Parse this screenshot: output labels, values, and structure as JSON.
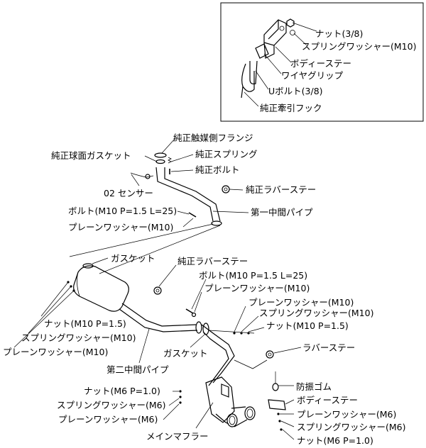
{
  "inset": {
    "labels": {
      "nut": "ナット(3/8)",
      "spring_washer": "スプリングワッシャー(M10)",
      "body_stay": "ボディーステー",
      "wire_grip": "ワイヤグリップ",
      "u_bolt": "Uボルト(3/8)",
      "tow_hook": "純正牽引フック"
    }
  },
  "front": {
    "labels": {
      "cat_flange": "純正触媒側フランジ",
      "ball_gasket": "純正球面ガスケット",
      "oe_spring": "純正スプリング",
      "oe_bolt": "純正ボルト",
      "o2_sensor": "02 センサー",
      "oe_rubber_stay": "純正ラバーステー",
      "bolt_m10": "ボルト(M10 P=1.5 L=25)",
      "first_pipe": "第一中間パイプ",
      "plain_washer_m10": "プレーンワッシャー(M10)"
    }
  },
  "middle": {
    "labels": {
      "gasket_top": "ガスケット",
      "oe_rubber_stay": "純正ラバーステー",
      "bolt_m10": "ボルト(M10 P=1.5 L=25)",
      "plain_washer_m10_a": "プレーンワッシャー(M10)",
      "plain_washer_m10_b": "プレーンワッシャー(M10)",
      "spring_washer_m10_right": "スプリングワッシャー(M10)",
      "nut_m10_right": "ナット(M10 P=1.5)",
      "nut_m10_left": "ナット(M10 P=1.5)",
      "spring_washer_m10_left": "スプリングワッシャー(M10)",
      "plain_washer_m10_left": "プレーンワッシャー(M10)",
      "rubber_stay": "ラバーステー",
      "gasket_bottom": "ガスケット",
      "second_pipe": "第二中間パイプ"
    }
  },
  "rear": {
    "labels": {
      "nut_m6_left": "ナット(M6 P=1.0)",
      "spring_washer_m6_left": "スプリングワッシャー(M6)",
      "plain_washer_m6_left": "プレーンワッシャー(M6)",
      "main_muffler": "メインマフラー",
      "rubber_mount": "防振ゴム",
      "body_stay": "ボディーステー",
      "plain_washer_m6_right": "プレーンワッシャー(M6)",
      "spring_washer_m6_right": "スプリングワッシャー(M6)",
      "nut_m6_right": "ナット(M6 P=1.0)"
    }
  }
}
